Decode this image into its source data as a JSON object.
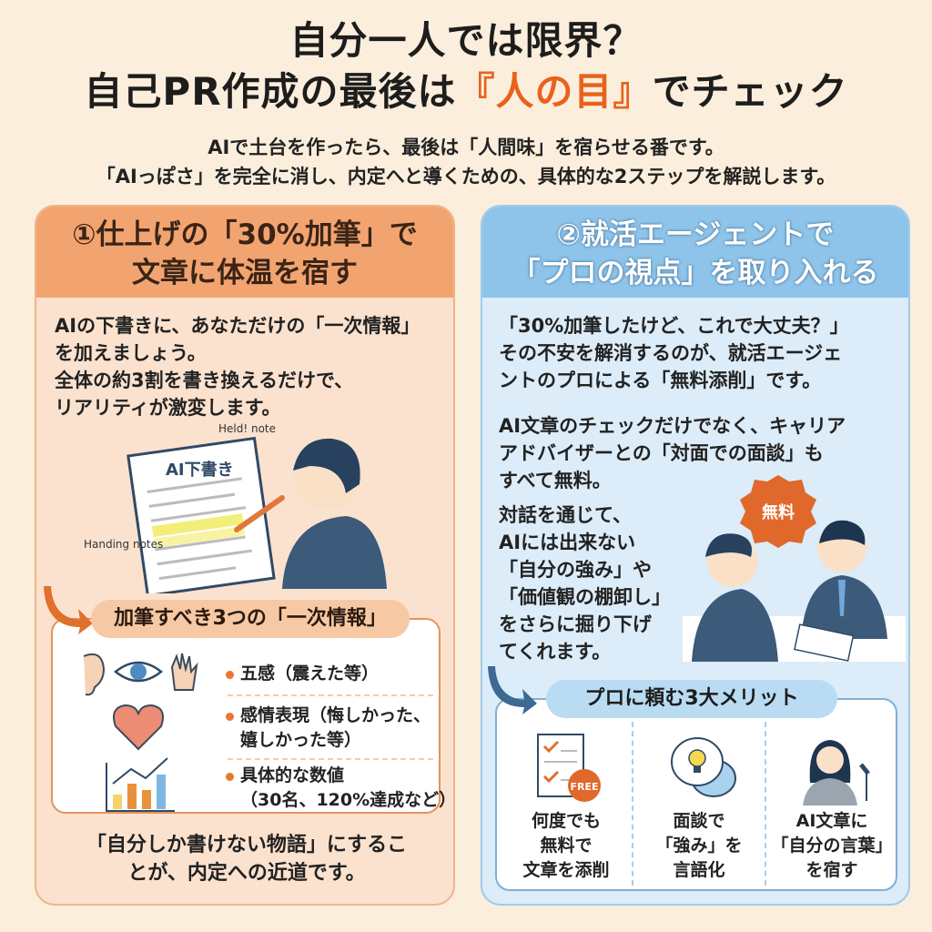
{
  "title": {
    "line1": "自分一人では限界？",
    "line2_pre": "自己PR作成の最後は",
    "line2_highlight": "『人の目』",
    "line2_post": "でチェック",
    "highlight_color": "#e8621c"
  },
  "subtitle": {
    "line1": "AIで土台を作ったら、最後は「人間味」を宿らせる番です。",
    "line2": "「AIっぽさ」を完全に消し、内定へと導くための、具体的な2ステップを解説します。"
  },
  "left": {
    "heading1": "①仕上げの「30%加筆」で",
    "heading2": "文章に体温を宿す",
    "intro": [
      "AIの下書きに、あなただけの「一次情報」",
      "を加えましょう。",
      "全体の約3割を書き換えるだけで、",
      "リアリティが激変します。"
    ],
    "illustration": {
      "doc_title": "AI下書き",
      "note1": "Held! note",
      "note2": "Handing notes"
    },
    "box_title": "加筆すべき3つの「一次情報」",
    "bullets": [
      {
        "l1": "五感（震えた等）"
      },
      {
        "l1": "感情表現（悔しかった、",
        "l2": "嬉しかった等）"
      },
      {
        "l1": "具体的な数値",
        "l2": "（30名、120%達成など）"
      }
    ],
    "icons": [
      "ear-icon",
      "eye-icon",
      "hand-icon",
      "heart-smile-icon",
      "bar-chart-growth-icon"
    ],
    "closing": [
      "「自分しか書けない物語」にするこ",
      "とが、内定への近道です。"
    ],
    "accent": "#f2a470"
  },
  "right": {
    "heading1": "②就活エージェントで",
    "heading2": "「プロの視点」を取り入れる",
    "p1": [
      "「30%加筆したけど、これで大丈夫？」",
      "その不安を解消するのが、就活エージェ",
      "ントのプロによる「無料添削」です。"
    ],
    "p2": [
      "AI文章のチェックだけでなく、キャリア",
      "アドバイザーとの「対面での面談」も",
      "すべて無料。"
    ],
    "p3": [
      "対話を通じて、",
      "AIには出来ない",
      "「自分の強み」や",
      "「価値観の棚卸し」",
      "をさらに掘り下げ",
      "てくれます。"
    ],
    "badge": "無料",
    "box_title": "プロに頼む3大メリット",
    "merits": [
      {
        "icon": "checklist-free-icon",
        "badge": "FREE",
        "lines": [
          "何度でも",
          "無料で",
          "文章を添削"
        ]
      },
      {
        "icon": "lightbulb-speech-icon",
        "lines": [
          "面談で",
          "「強み」を",
          "言語化"
        ]
      },
      {
        "icon": "woman-microphone-icon",
        "lines": [
          "AI文章に",
          "「自分の言葉」",
          "を宿す"
        ]
      }
    ],
    "accent": "#8fc4ea"
  }
}
